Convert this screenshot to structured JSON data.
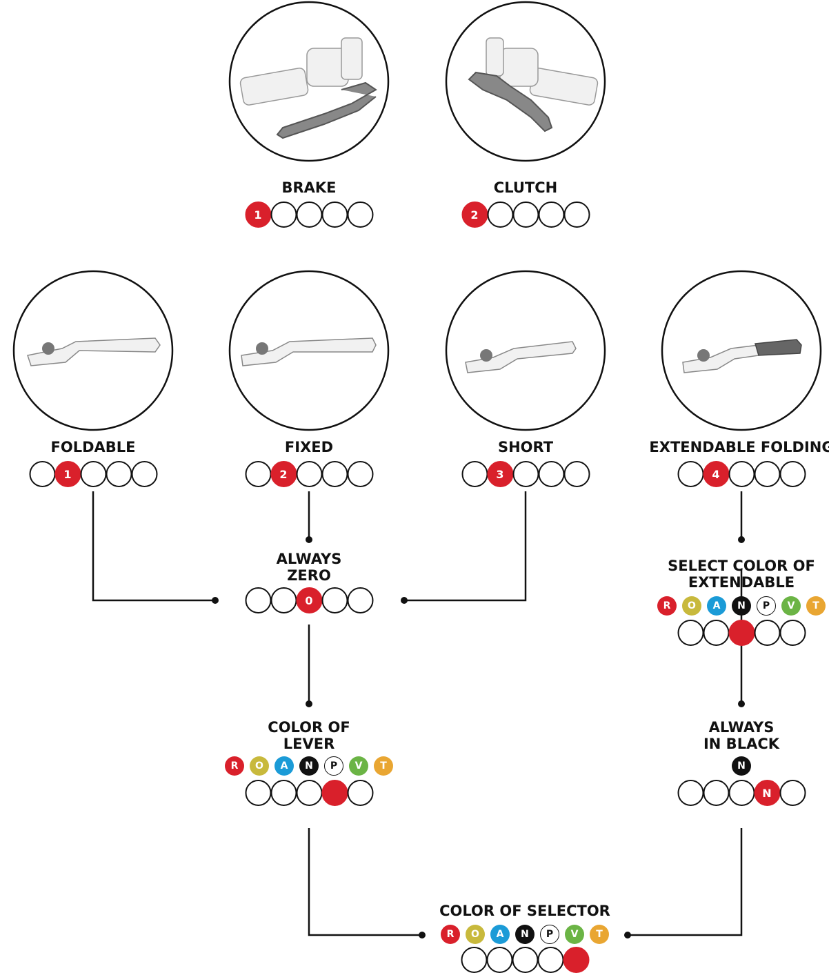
{
  "colors": {
    "accent_red": "#d9202b",
    "line": "#111111",
    "R": "#d9202b",
    "O": "#c8b93c",
    "A": "#1b9bd7",
    "N": "#111111",
    "P": "#ffffff",
    "V": "#6bb445",
    "T": "#e9a632"
  },
  "nodes": {
    "brake": {
      "label": "BRAKE",
      "image": "brake-lever-on-handlebar",
      "slots": [
        "1",
        "",
        "",
        "",
        ""
      ],
      "filled": 0
    },
    "clutch": {
      "label": "CLUTCH",
      "image": "clutch-lever-on-handlebar",
      "slots": [
        "2",
        "",
        "",
        "",
        ""
      ],
      "filled": 0
    },
    "foldable": {
      "label": "FOLDABLE",
      "image": "foldable-lever",
      "slots": [
        "",
        "1",
        "",
        "",
        ""
      ],
      "filled": 1
    },
    "fixed": {
      "label": "FIXED",
      "image": "fixed-lever",
      "slots": [
        "",
        "2",
        "",
        "",
        ""
      ],
      "filled": 1
    },
    "short": {
      "label": "SHORT",
      "image": "short-lever",
      "slots": [
        "",
        "3",
        "",
        "",
        ""
      ],
      "filled": 1
    },
    "extendable": {
      "label": "EXTENDABLE FOLDING",
      "image": "extendable-folding-lever",
      "slots": [
        "",
        "4",
        "",
        "",
        ""
      ],
      "filled": 1
    },
    "always_zero": {
      "label_line1": "ALWAYS",
      "label_line2": "ZERO",
      "slots": [
        "",
        "",
        "0",
        "",
        ""
      ],
      "filled": 2
    },
    "select_color_extendable": {
      "label_line1": "SELECT COLOR OF",
      "label_line2": "EXTENDABLE",
      "chips": [
        "R",
        "O",
        "A",
        "N",
        "P",
        "V",
        "T"
      ],
      "slots": [
        "",
        "",
        "",
        "",
        ""
      ],
      "filled": 2
    },
    "color_of_lever": {
      "label_line1": "COLOR OF",
      "label_line2": "LEVER",
      "chips": [
        "R",
        "O",
        "A",
        "N",
        "P",
        "V",
        "T"
      ],
      "slots": [
        "",
        "",
        "",
        "",
        ""
      ],
      "filled": 3
    },
    "always_black": {
      "label_line1": "ALWAYS",
      "label_line2": "IN BLACK",
      "chips": [
        "N"
      ],
      "slots": [
        "",
        "",
        "",
        "N",
        ""
      ],
      "filled": 3
    },
    "color_of_selector": {
      "label": "COLOR OF SELECTOR",
      "chips": [
        "R",
        "O",
        "A",
        "N",
        "P",
        "V",
        "T"
      ],
      "slots": [
        "",
        "",
        "",
        "",
        ""
      ],
      "filled": 4
    }
  }
}
